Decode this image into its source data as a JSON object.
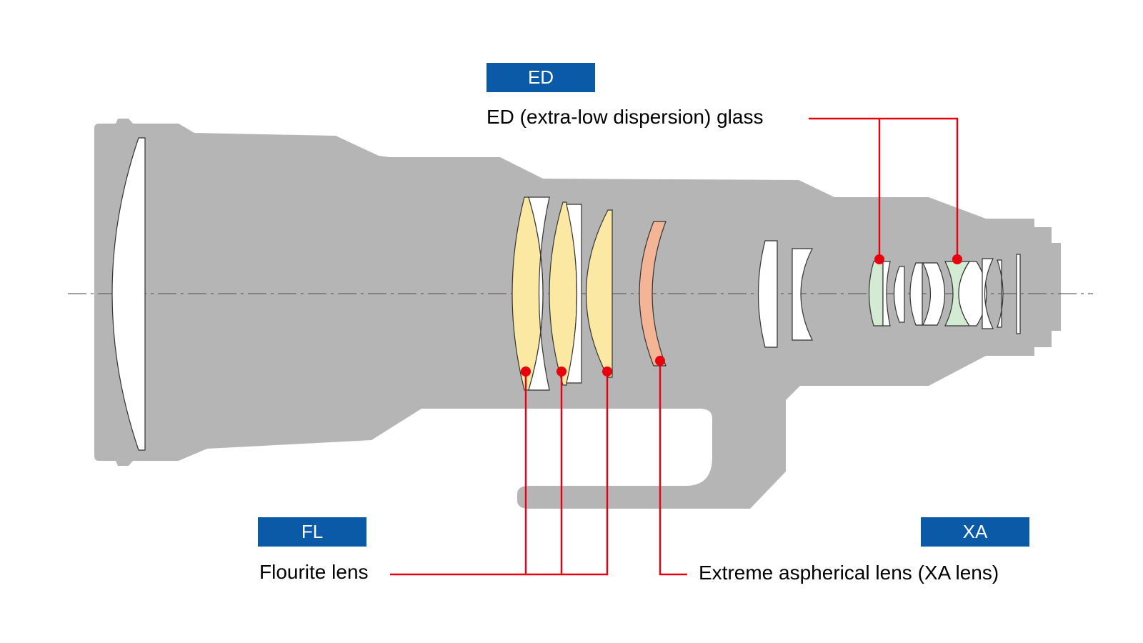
{
  "colors": {
    "body": "#b5b5b5",
    "badge": "#0b5aa8",
    "leader": "#e8000f",
    "fluorite_lens": "#fbe9a3",
    "ed_lens": "#d3ebd2",
    "xa_lens": "#f4b496",
    "clear_lens": "#ffffff"
  },
  "badges": {
    "ed": "ED",
    "fl": "FL",
    "xa": "XA"
  },
  "captions": {
    "ed": "ED (extra-low dispersion) glass",
    "fl": "Flourite lens",
    "xa": "Extreme aspherical lens (XA lens)"
  }
}
